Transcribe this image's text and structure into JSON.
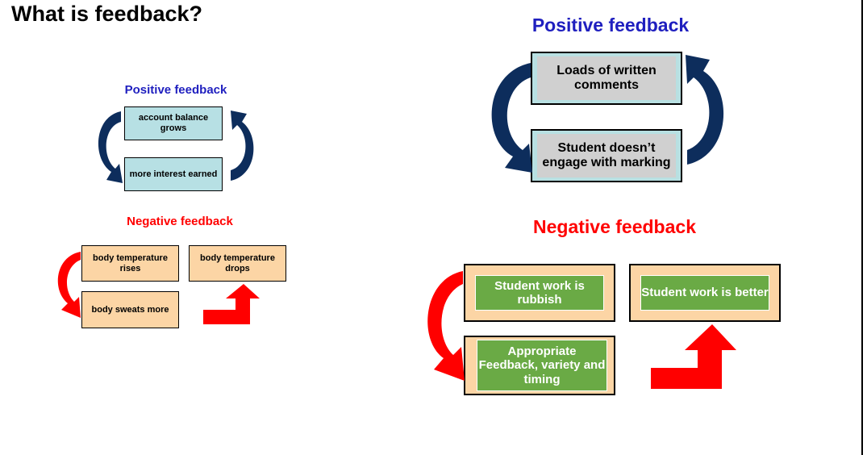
{
  "title": "What is feedback?",
  "small": {
    "positive": {
      "heading": "Positive feedback",
      "box1": "account balance grows",
      "box2": "more interest earned"
    },
    "negative": {
      "heading": "Negative feedback",
      "box1": "body temperature rises",
      "box2": "body sweats more",
      "box3": "body temperature drops"
    }
  },
  "large": {
    "positive": {
      "heading": "Positive feedback",
      "box1": "Loads of written comments",
      "box2": "Student doesn’t engage with marking"
    },
    "negative": {
      "heading": "Negative feedback",
      "box1": "Student work is rubbish",
      "box2": "Appropriate Feedback, variety and timing",
      "box3": "Student work is better"
    }
  },
  "colors": {
    "positive_heading": "#1f1fbf",
    "negative_heading": "#ff0000",
    "cycle_arrow": "#0d2d5c",
    "negative_arrow": "#ff0000",
    "teal_box": "#b7e0e4",
    "peach_box": "#fcd5a5",
    "green_box": "#6aaa45"
  }
}
